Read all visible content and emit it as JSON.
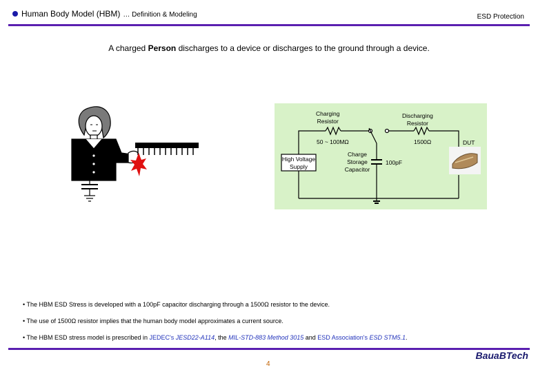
{
  "header": {
    "title": "Human Body Model (HBM)",
    "subtitle": "… Definition & Modeling",
    "section": "ESD Protection"
  },
  "intro": {
    "before": "A charged ",
    "emphasis": "Person",
    "after": " discharges to a device or discharges to the ground through a device."
  },
  "circuit": {
    "charging_resistor": [
      "Charging",
      "Resistor"
    ],
    "discharging_resistor": [
      "Discharging",
      "Resistor"
    ],
    "charging_value": "50 ~ 100MΩ",
    "discharging_value": "1500Ω",
    "dut": "DUT",
    "supply": [
      "High Voltage",
      "Supply"
    ],
    "storage": [
      "Charge",
      "Storage",
      "Capacitor"
    ],
    "capacitance": "100pF",
    "panel_color": "#d8f2c8"
  },
  "bullets": [
    {
      "text": "• The HBM ESD Stress is developed with a 100pF capacitor discharging through a 1500Ω resistor to the device."
    },
    {
      "text": "• The use of 1500Ω resistor implies that the human body model approximates a current source."
    },
    {
      "prefix": "• The HBM ESD stress model is prescribed in ",
      "jedec": "JEDEC's ",
      "jedec_std": "JESD22-A114",
      "mil_pre": ", the ",
      "mil": "MIL-STD-883 Method 3015",
      "mid": " and ",
      "esda": "ESD Association's ",
      "esda_std": "ESD STM5.1",
      "end": "."
    }
  ],
  "footer": {
    "page": "4",
    "brand": "BauaBTech"
  },
  "colors": {
    "rule": "#5a1fb0",
    "bullet": "#1a1aa8",
    "link": "#2233bb",
    "spark": "#e01010"
  }
}
